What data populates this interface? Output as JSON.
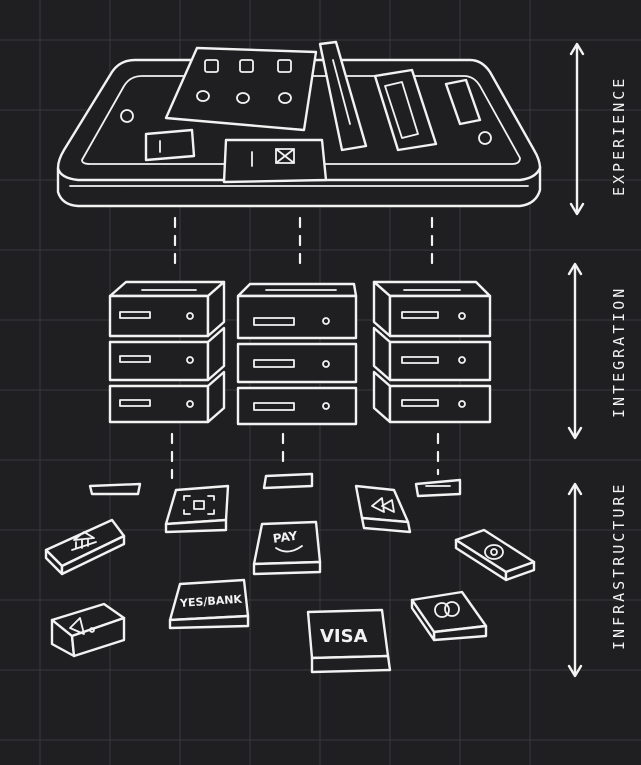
{
  "colors": {
    "background": "#1f1f21",
    "ink": "#f2f2f2",
    "grid": "#3a3a3e"
  },
  "layers": [
    {
      "label": "EXPERIENCE"
    },
    {
      "label": "INTEGRATION"
    },
    {
      "label": "INFRASTRUCTURE"
    }
  ],
  "tiles": {
    "pay": "PAY",
    "yesbank": "YES/BANK",
    "visa": "VISA"
  },
  "icons": [
    "bank-icon",
    "qr-scan-icon",
    "pay-icon",
    "rewind-icon",
    "wallet-icon",
    "circle-logo-icon",
    "yes-bank-icon",
    "visa-icon",
    "mastercard-icon",
    "triangle-logo-icon"
  ]
}
